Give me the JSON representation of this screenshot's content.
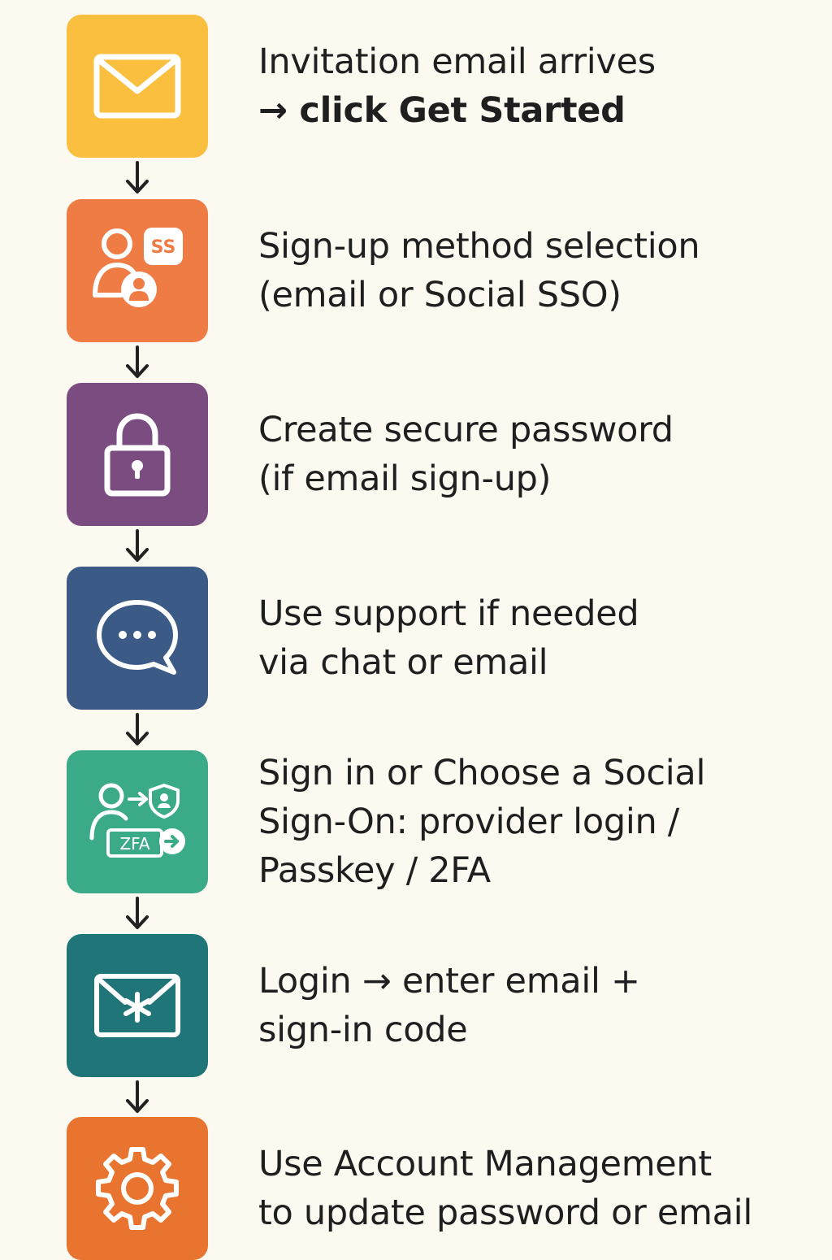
{
  "colors": {
    "background": "#fcf9f1",
    "step1": "#fbbf3f",
    "step2": "#ef7b45",
    "step3": "#7a4c80",
    "step4": "#3c5a86",
    "step5": "#3aaa88",
    "step6": "#1f7577",
    "step7": "#e8742f",
    "text": "#1f1f1f"
  },
  "steps": [
    {
      "icon": "envelope-icon",
      "lines": [
        "Invitation email arrives",
        "→ click Get Started"
      ]
    },
    {
      "icon": "user-sso-icon",
      "badge": "SS",
      "lines": [
        "Sign-up method selection",
        "(email or Social SSO)"
      ]
    },
    {
      "icon": "padlock-icon",
      "lines": [
        "Create secure password",
        "(if email sign-up)"
      ]
    },
    {
      "icon": "chat-bubble-icon",
      "lines": [
        "Use support if needed",
        "via chat or email"
      ]
    },
    {
      "icon": "user-2fa-icon",
      "badge": "ZFA",
      "lines": [
        "Sign in or Choose a Social",
        "Sign-On: provider login /",
        "Passkey / 2FA"
      ]
    },
    {
      "icon": "envelope-code-icon",
      "lines": [
        "Login → enter email +",
        "sign-in code"
      ]
    },
    {
      "icon": "gear-icon",
      "lines": [
        "Use Account Management",
        "to update password or email"
      ]
    }
  ]
}
